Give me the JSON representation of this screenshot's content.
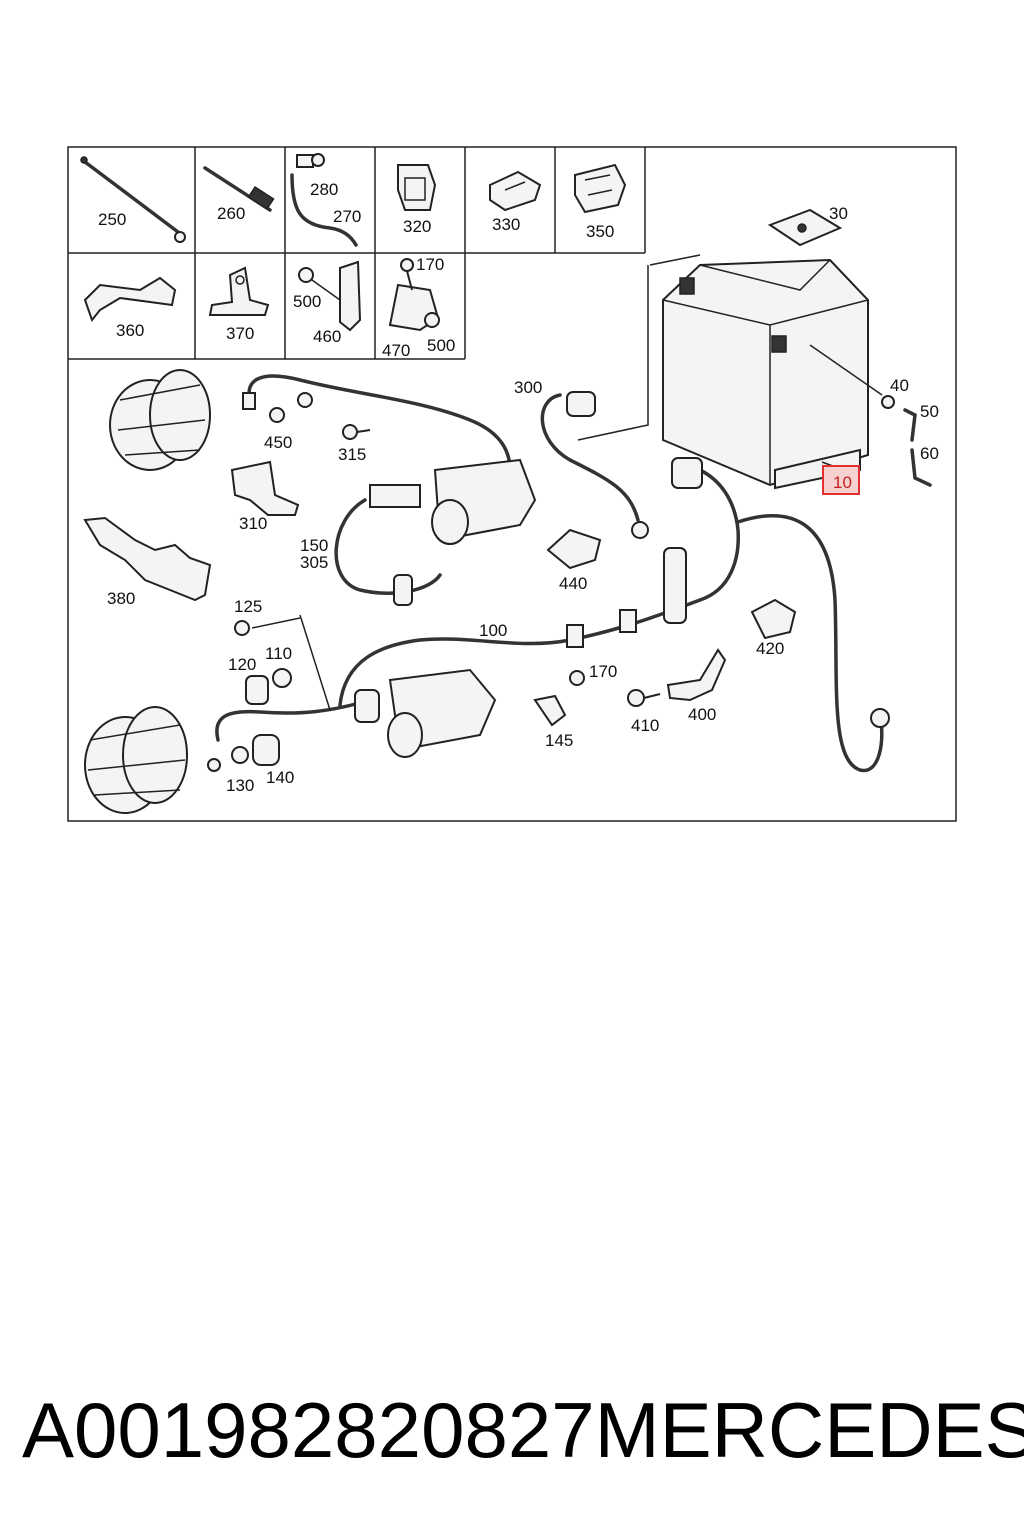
{
  "parts": {
    "p250": "250",
    "p260": "260",
    "p280": "280",
    "p270": "270",
    "p320": "320",
    "p330": "330",
    "p350": "350",
    "p360": "360",
    "p370": "370",
    "p500a": "500",
    "p460": "460",
    "p170a": "170",
    "p470": "470",
    "p500b": "500",
    "p30": "30",
    "p40": "40",
    "p50": "50",
    "p60": "60",
    "p10": "10",
    "p300": "300",
    "p450": "450",
    "p315": "315",
    "p310": "310",
    "p150": "150",
    "p305": "305",
    "p380": "380",
    "p440": "440",
    "p125": "125",
    "p110": "110",
    "p120": "120",
    "p100": "100",
    "p170b": "170",
    "p420": "420",
    "p400": "400",
    "p410": "410",
    "p145": "145",
    "p130": "130",
    "p140": "140"
  },
  "caption": {
    "part_number": "A001982820827",
    "brand": "MERCEDES"
  },
  "colors": {
    "highlight": "#e03030",
    "highlight_fill": "#f7d0d0"
  }
}
